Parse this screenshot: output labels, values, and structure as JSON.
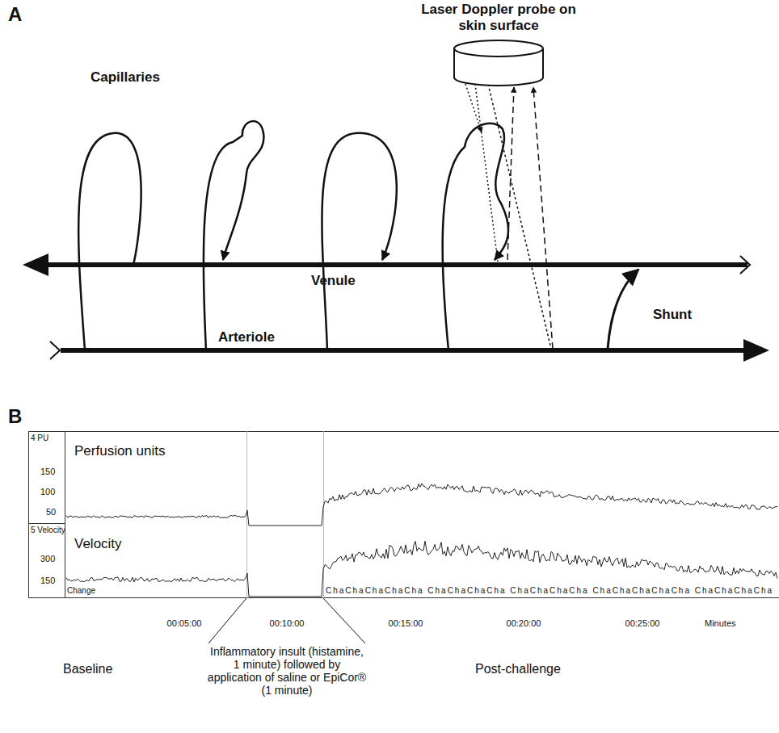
{
  "diagram": {
    "labels": [
      "A",
      "Laser Doppler probe on skin surface",
      "Capillaries",
      "Venule",
      "Arteriole",
      "Shunt",
      "B",
      "4 PU",
      "150",
      "100",
      "50",
      "Perfusion units",
      "5 Velocity",
      "300",
      "150",
      "Velocity",
      "Change",
      "ChaChaChaChaCha ChaChaChaCha ChaChaChaCha ChaChaChaChaCha ChaChaChaCha",
      "00:05:00",
      "00:10:00",
      "00:15:00",
      "00:20:00",
      "00:25:00",
      "Minutes",
      "Baseline",
      "Inflammatory insult (histamine, 1 minute) followed by application of saline or EpiCor® (1 minute)",
      "Post-challenge"
    ]
  }
}
